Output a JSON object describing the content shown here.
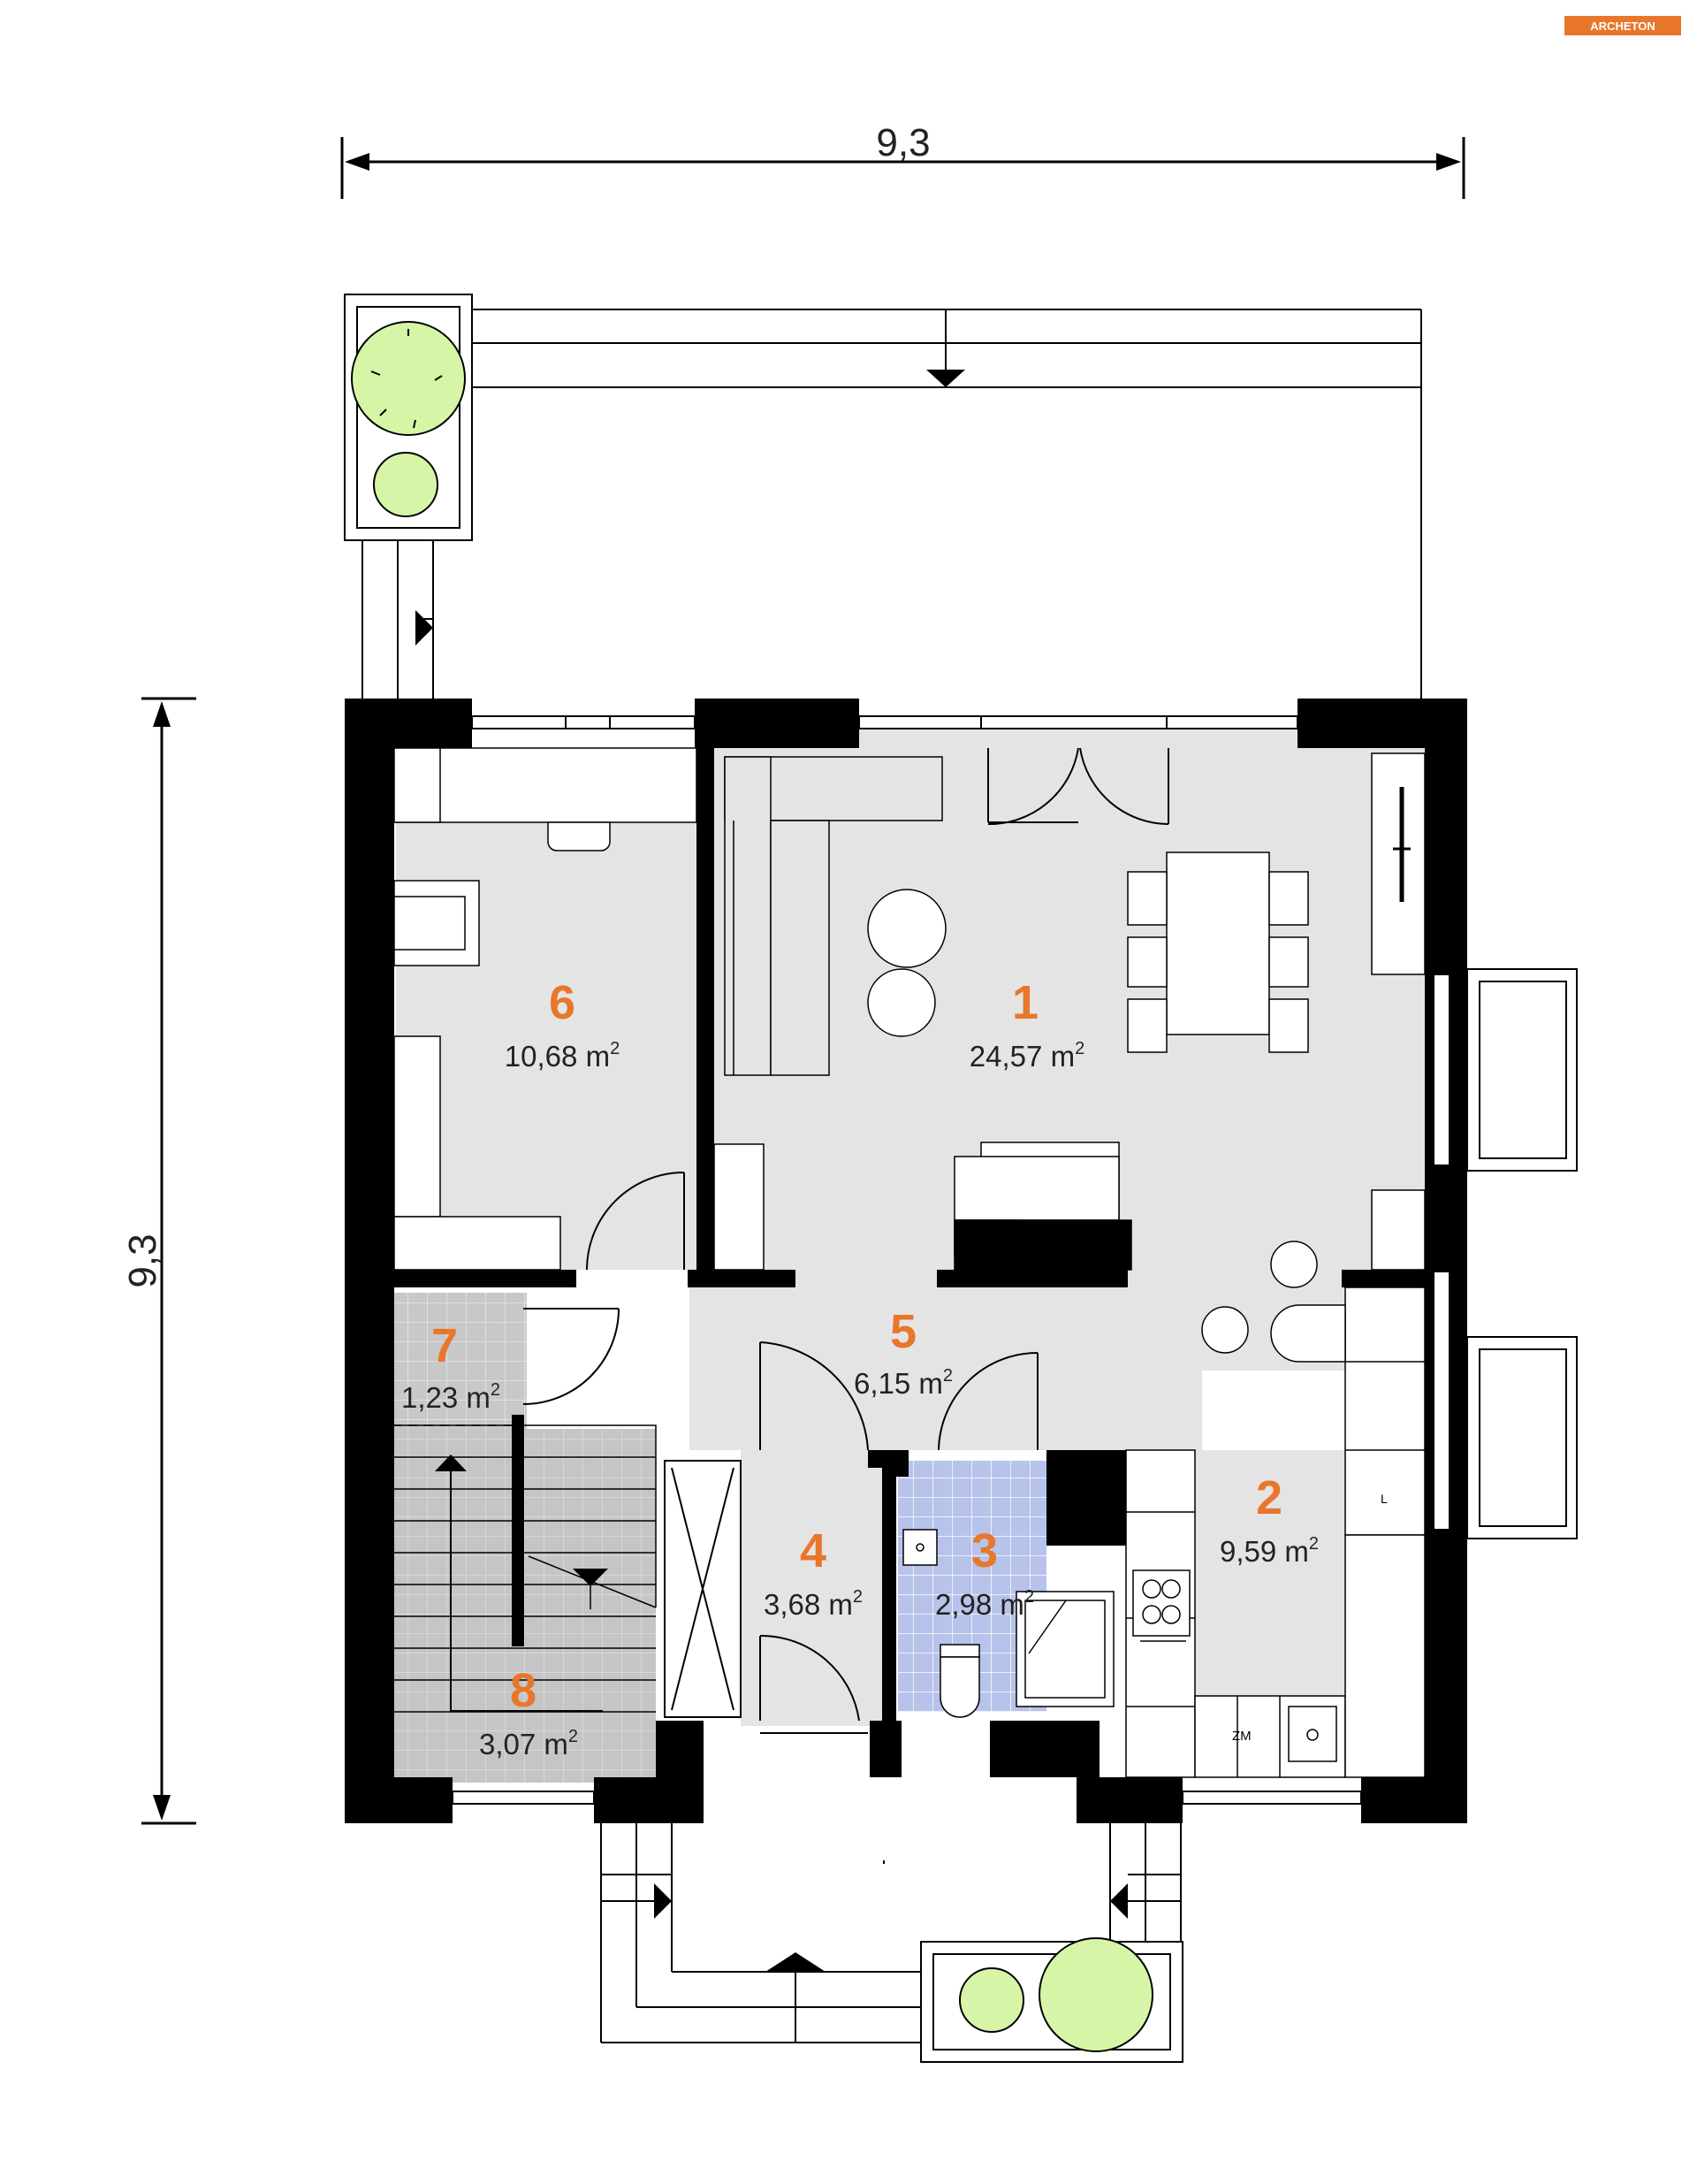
{
  "brand": "ARCHETON",
  "dimensions": {
    "width": "9,3",
    "height": "9,3"
  },
  "area_unit": "m",
  "area_unit_sup": "2",
  "rooms": [
    {
      "number": "1",
      "area": "24,57"
    },
    {
      "number": "2",
      "area": "9,59"
    },
    {
      "number": "3",
      "area": "2,98"
    },
    {
      "number": "4",
      "area": "3,68"
    },
    {
      "number": "5",
      "area": "6,15"
    },
    {
      "number": "6",
      "area": "10,68"
    },
    {
      "number": "7",
      "area": "1,23"
    },
    {
      "number": "8",
      "area": "3,07"
    }
  ],
  "kitchen_marks": {
    "fridge": "L",
    "dishwasher": "ZM"
  },
  "colors": {
    "wall": "#000000",
    "floor": "#e4e4e4",
    "bathroom_tile": "#b7c3ea",
    "stair_tile": "#c8c8c8",
    "room_number": "#e8762b",
    "plant": "#d6f5a6",
    "brand_bg": "#e8762b"
  }
}
